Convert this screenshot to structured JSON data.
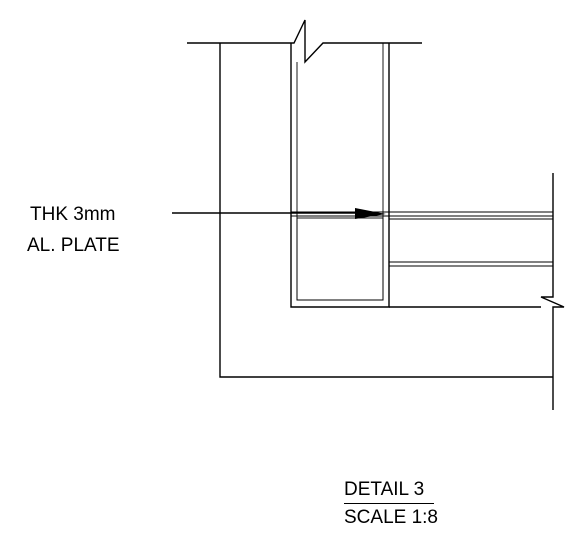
{
  "annotation": {
    "line1": "THK 3mm",
    "line2": "AL. PLATE"
  },
  "title_block": {
    "detail": "DETAIL 3",
    "scale": "SCALE  1:8"
  },
  "colors": {
    "ink": "#000000",
    "paper": "#ffffff"
  }
}
